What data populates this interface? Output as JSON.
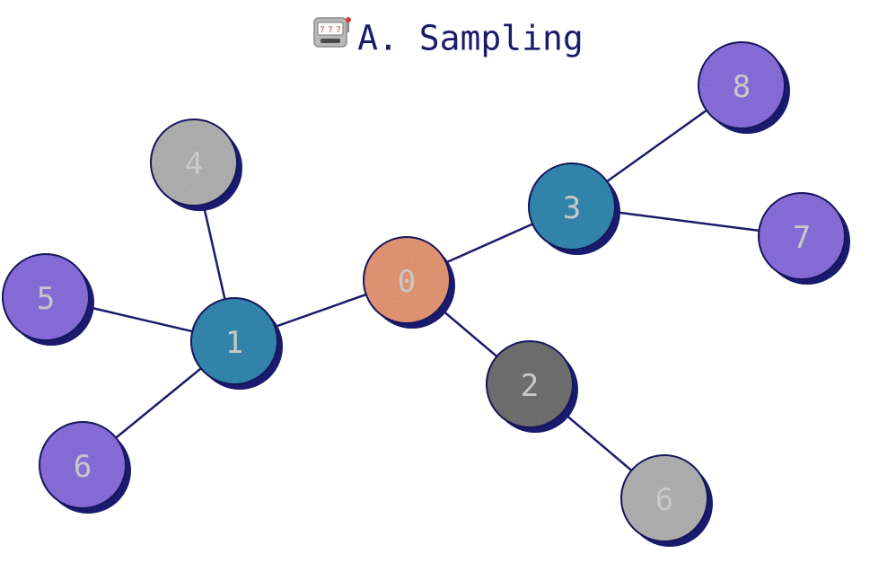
{
  "title": {
    "icon": "slot-machine-icon",
    "text": "A. Sampling"
  },
  "colors": {
    "title": "#1b1b6b",
    "edge": "#1b1b6b",
    "node_outline": "#1b1b6b",
    "node_shadow": "#1a1a6e",
    "label": "#c8c8c8",
    "root": "#ffa882",
    "level1": "#3a98c4",
    "leaf_purple": "#9a7cf5",
    "gray_dark": "#7e7e7e",
    "gray_light": "#c6c6c6"
  },
  "graph": {
    "nodes": [
      {
        "id": "n0",
        "label": "0",
        "fill": "root"
      },
      {
        "id": "n1",
        "label": "1",
        "fill": "level1"
      },
      {
        "id": "n3",
        "label": "3",
        "fill": "level1"
      },
      {
        "id": "n2",
        "label": "2",
        "fill": "gray_dark"
      },
      {
        "id": "n4",
        "label": "4",
        "fill": "gray_light"
      },
      {
        "id": "n5",
        "label": "5",
        "fill": "leaf_purple"
      },
      {
        "id": "n6a",
        "label": "6",
        "fill": "leaf_purple"
      },
      {
        "id": "n8",
        "label": "8",
        "fill": "leaf_purple"
      },
      {
        "id": "n7",
        "label": "7",
        "fill": "leaf_purple"
      },
      {
        "id": "n6b",
        "label": "6",
        "fill": "gray_light"
      }
    ],
    "edges": [
      [
        "n0",
        "n1"
      ],
      [
        "n0",
        "n3"
      ],
      [
        "n0",
        "n2"
      ],
      [
        "n1",
        "n4"
      ],
      [
        "n1",
        "n5"
      ],
      [
        "n1",
        "n6a"
      ],
      [
        "n3",
        "n8"
      ],
      [
        "n3",
        "n7"
      ],
      [
        "n2",
        "n6b"
      ]
    ]
  }
}
